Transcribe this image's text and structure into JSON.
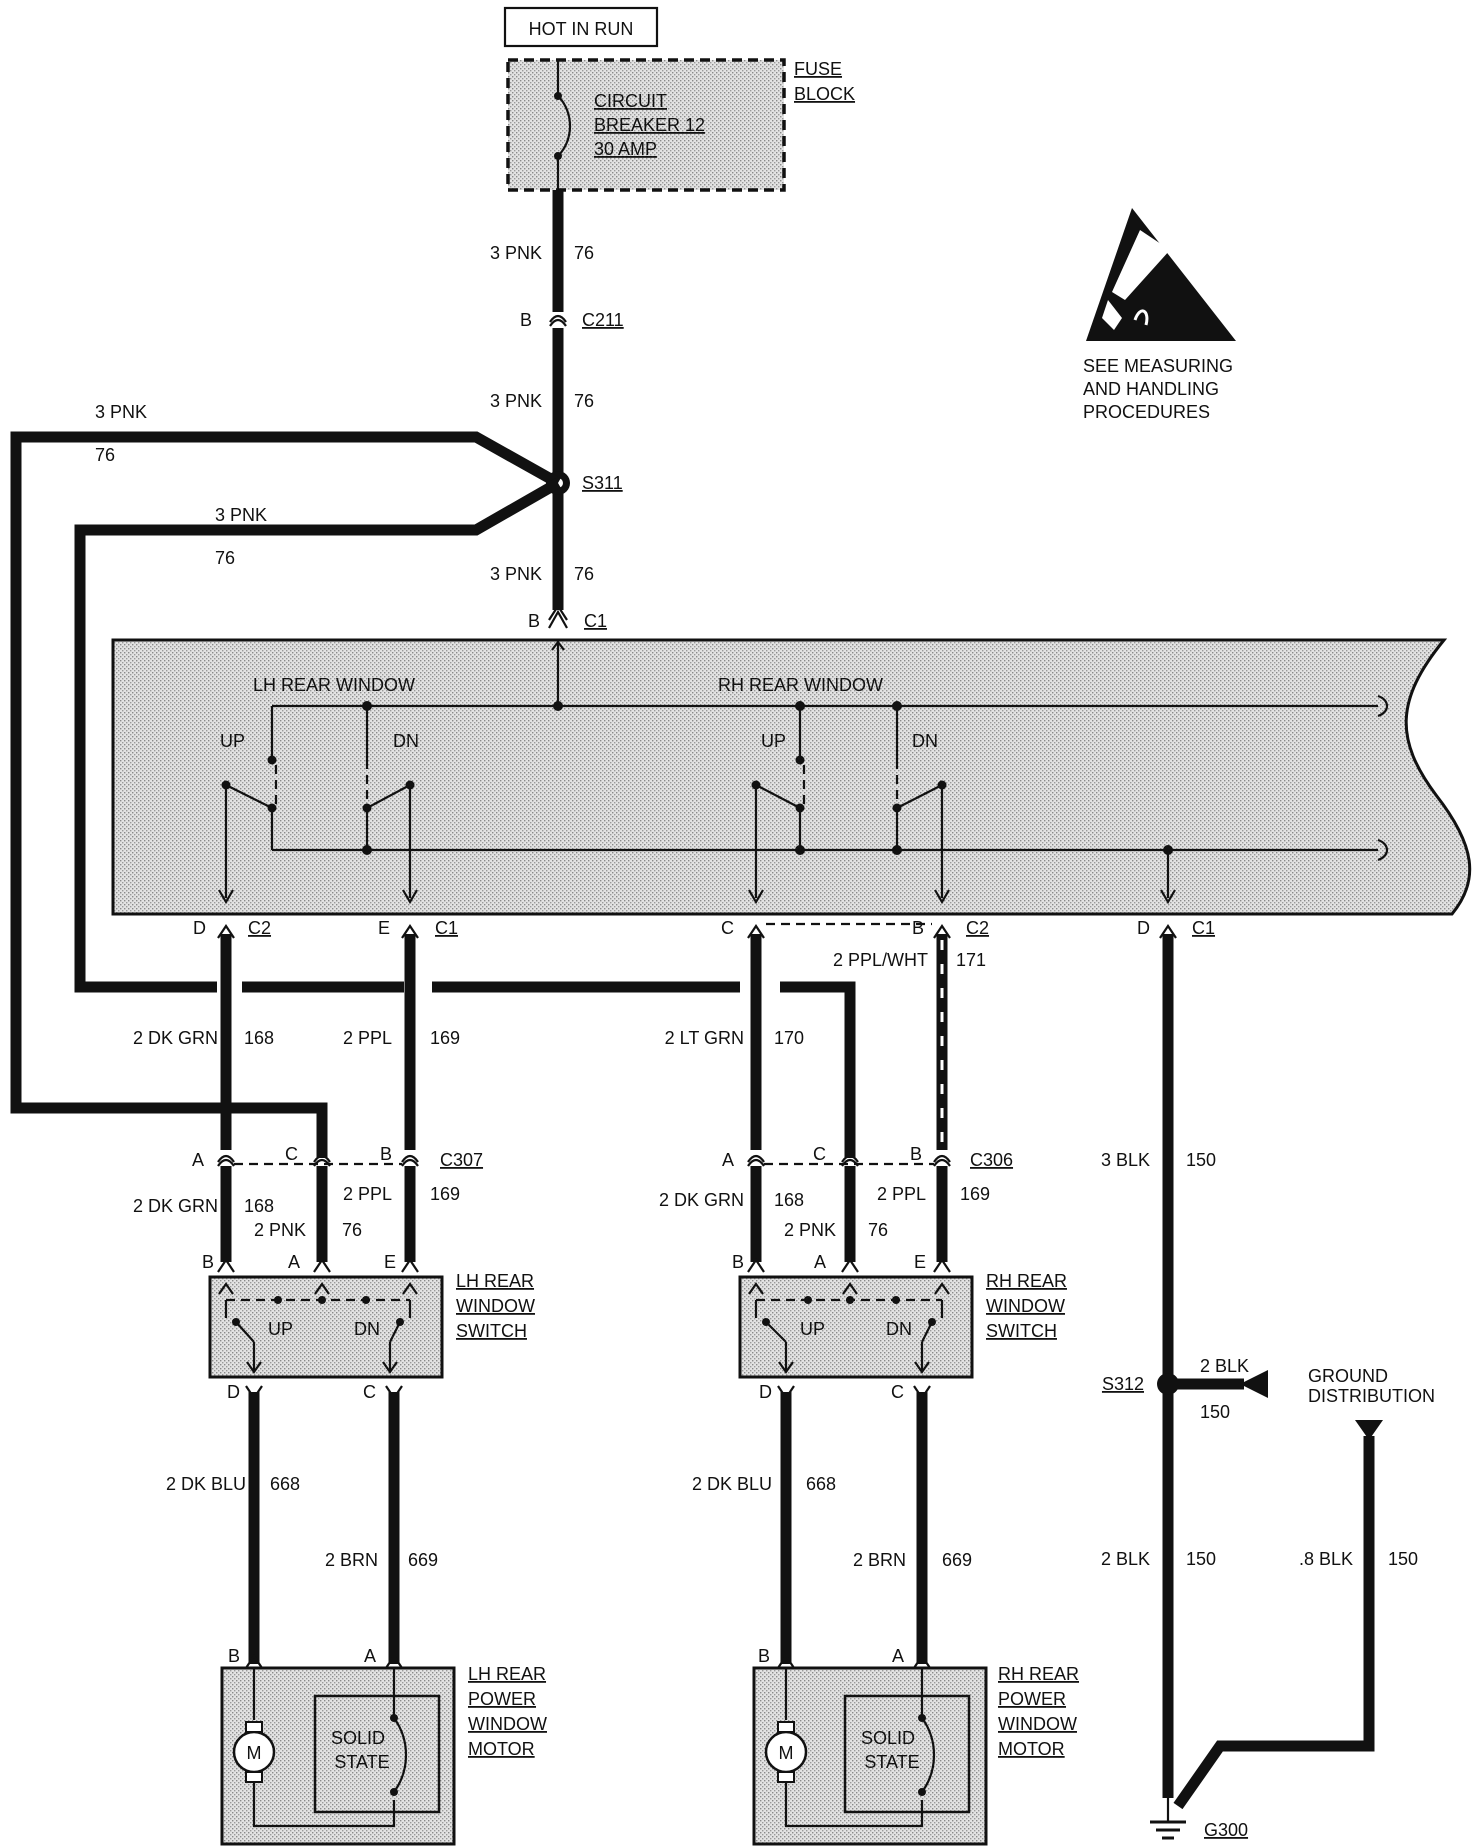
{
  "power": {
    "source_label": "HOT IN RUN"
  },
  "fuse": {
    "line1": "CIRCUIT",
    "line2": "BREAKER 12",
    "line3": "30 AMP",
    "block1": "FUSE",
    "block2": "BLOCK"
  },
  "esd": {
    "line1": "SEE MEASURING",
    "line2": "AND HANDLING",
    "line3": "PROCEDURES"
  },
  "wires": {
    "pnk3": "3 PNK",
    "c76": "76",
    "dkgrn2": "2 DK GRN",
    "c168": "168",
    "ppl2": "2 PPL",
    "c169": "169",
    "ltgrn2": "2 LT GRN",
    "c170": "170",
    "pplwht2": "2 PPL/WHT",
    "c171": "171",
    "pnk2": "2 PNK",
    "dkblu2": "2 DK BLU",
    "c668": "668",
    "brn2": "2 BRN",
    "c669": "669",
    "blk3": "3 BLK",
    "blk2": "2 BLK",
    "c150": "150",
    "blk08": ".8 BLK"
  },
  "connectors": {
    "c211": "C211",
    "s311": "S311",
    "c1": "C1",
    "c2": "C2",
    "c307": "C307",
    "c306": "C306",
    "s312": "S312",
    "g300": "G300"
  },
  "pins": {
    "a": "A",
    "b": "B",
    "c": "C",
    "d": "D",
    "e": "E"
  },
  "module": {
    "lh": "LH REAR WINDOW",
    "rh": "RH REAR WINDOW",
    "up": "UP",
    "dn": "DN"
  },
  "lh_switch": {
    "line1": "LH REAR",
    "line2": "WINDOW",
    "line3": "SWITCH"
  },
  "rh_switch": {
    "line1": "RH REAR",
    "line2": "WINDOW",
    "line3": "SWITCH"
  },
  "lh_motor": {
    "line1": "LH REAR",
    "line2": "POWER",
    "line3": "WINDOW",
    "line4": "MOTOR"
  },
  "rh_motor": {
    "line1": "RH REAR",
    "line2": "POWER",
    "line3": "WINDOW",
    "line4": "MOTOR"
  },
  "motor": {
    "m": "M",
    "solid1": "SOLID",
    "solid2": "STATE"
  },
  "ground": {
    "line1": "GROUND",
    "line2": "DISTRIBUTION"
  }
}
